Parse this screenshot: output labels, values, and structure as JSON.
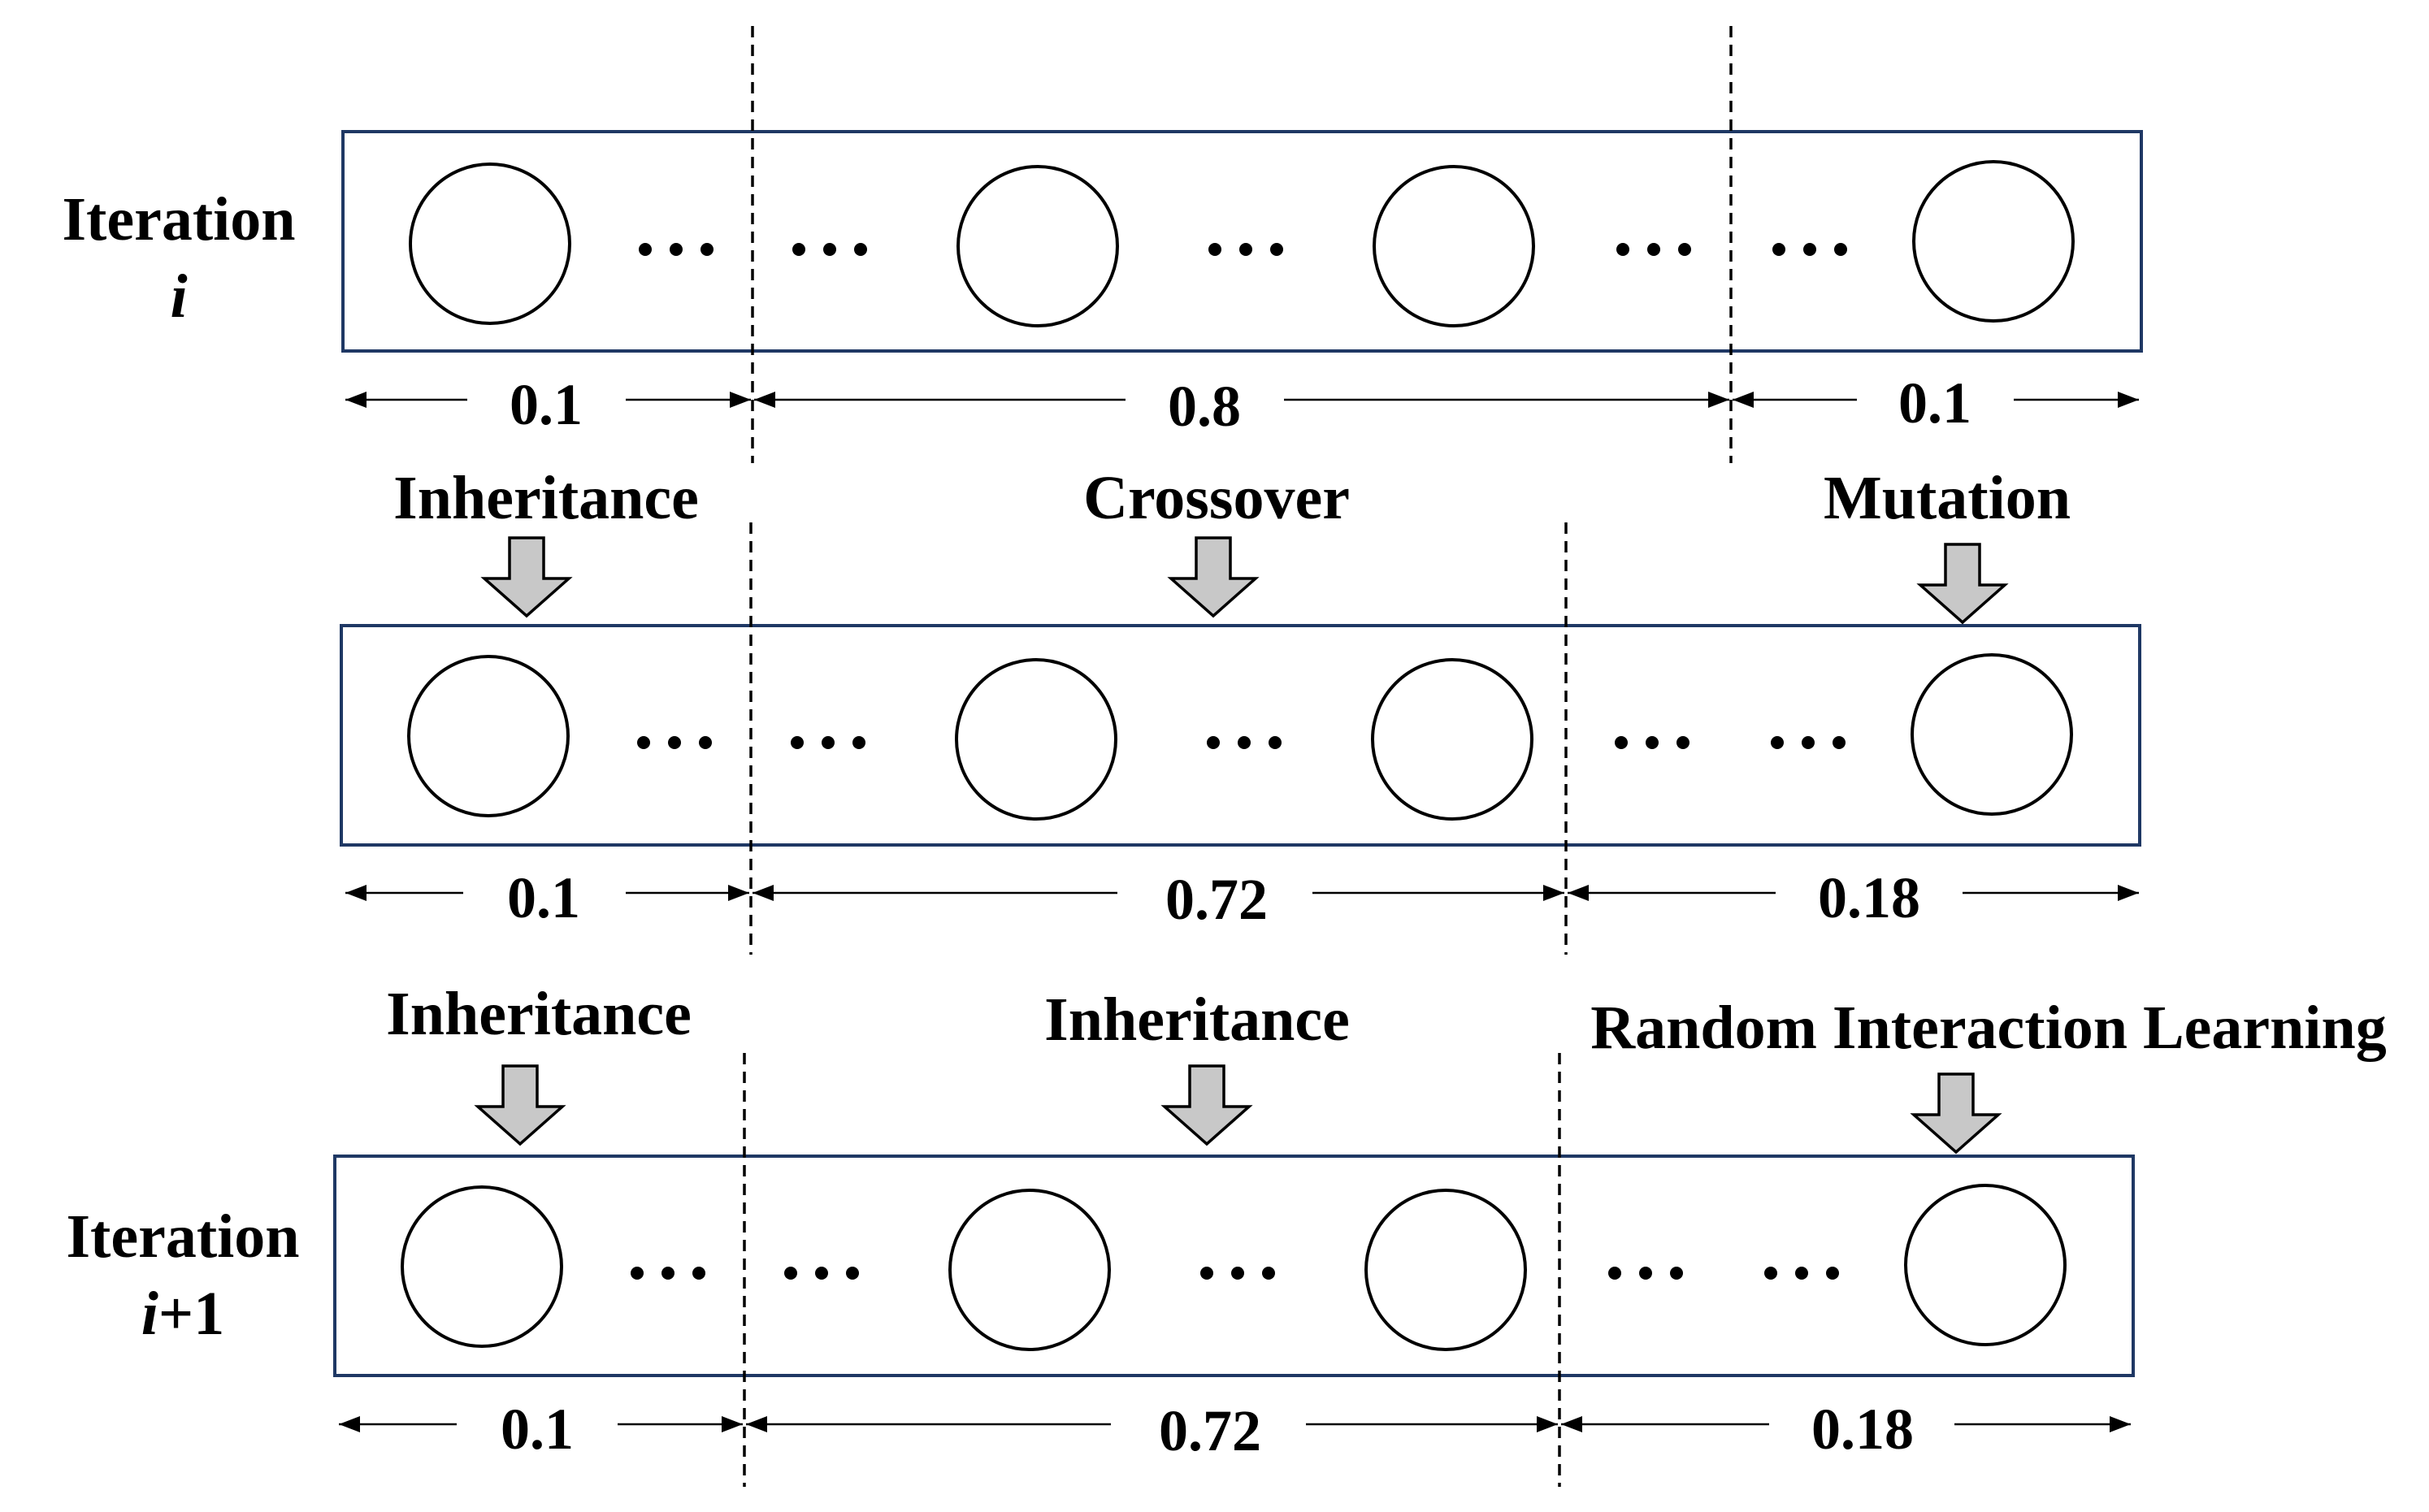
{
  "rows": [
    {
      "label_line1": "Iteration",
      "label_line2": "i",
      "segments": [
        "0.1",
        "0.8",
        "0.1"
      ]
    },
    {
      "label_line1": "",
      "label_line2": "",
      "operations": [
        "Inheritance",
        "Crossover",
        "Mutation"
      ],
      "segments": [
        "0.1",
        "0.72",
        "0.18"
      ]
    },
    {
      "label_line1": "Iteration",
      "label_line2_italic": "i",
      "label_line2_rest": "+1",
      "operations": [
        "Inheritance",
        "Inheritance",
        "Random Interaction Learning"
      ],
      "segments": [
        "0.1",
        "0.72",
        "0.18"
      ]
    }
  ],
  "ellipsis": "•••",
  "colors": {
    "box_stroke": "#1f3864",
    "arrow_fill": "#c8c8c8"
  }
}
